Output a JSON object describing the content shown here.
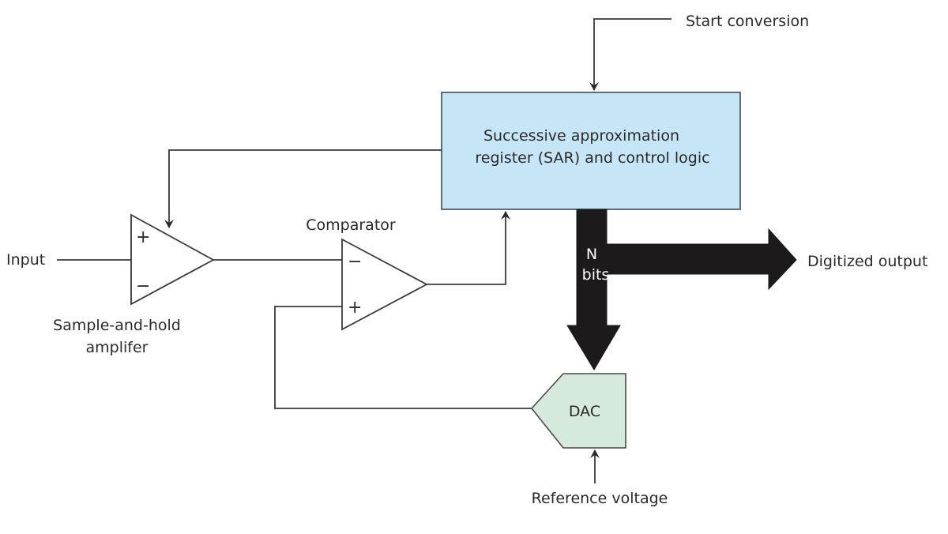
{
  "diagram": {
    "title": "Successive approximation ADC block diagram",
    "colors": {
      "sar_fill": "#c6e6f7",
      "dac_fill": "#d5eadd",
      "bus_fill": "#1c1a1a",
      "line": "#3a3a3a",
      "text": "#2a2a2a"
    },
    "blocks": {
      "sar": {
        "line1": "Successive approximation",
        "line2": "register (SAR) and control logic"
      },
      "dac": {
        "label": "DAC"
      },
      "sample_hold": {
        "label_line1": "Sample-and-hold",
        "label_line2": "amplifer",
        "plus": "+",
        "minus": "−"
      },
      "comparator": {
        "label": "Comparator",
        "plus": "+",
        "minus": "−"
      }
    },
    "signals": {
      "input": "Input",
      "start_conversion": "Start conversion",
      "digitized_output": "Digitized output",
      "reference_voltage": "Reference voltage",
      "bus_line1": "N",
      "bus_line2": "bits"
    }
  }
}
